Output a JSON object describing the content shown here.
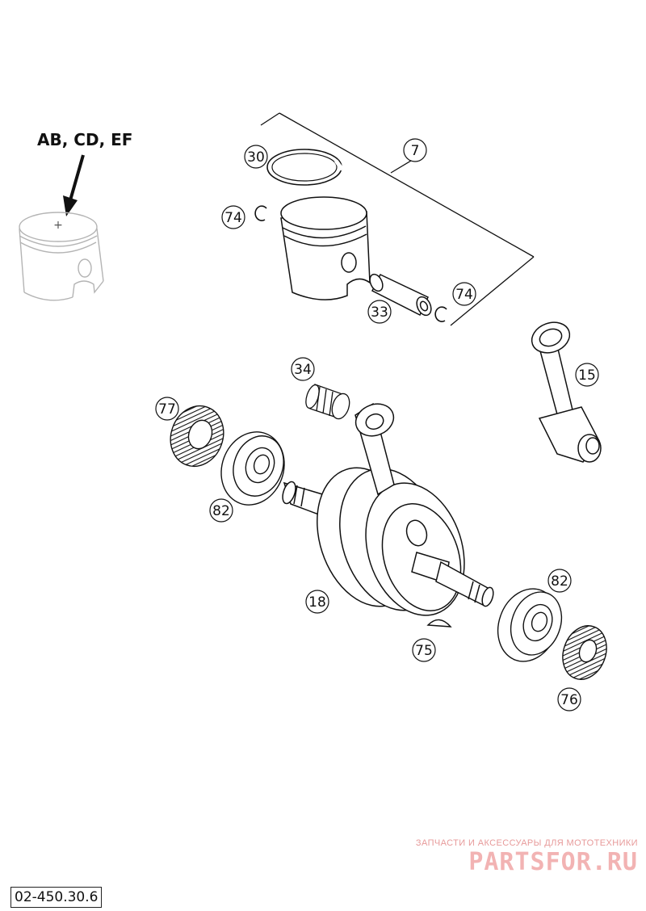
{
  "size_label": "AB, CD, EF",
  "callouts": [
    "30",
    "7",
    "74",
    "74",
    "33",
    "34",
    "15",
    "77",
    "82",
    "18",
    "82",
    "75",
    "76"
  ],
  "watermark": {
    "top_text": "ЗАПЧАСТИ И АКСЕССУАРЫ ДЛЯ МОТОТЕХНИКИ",
    "logo_text": "PARTSFOR.RU"
  },
  "diagram_code": "02-450.30.6"
}
